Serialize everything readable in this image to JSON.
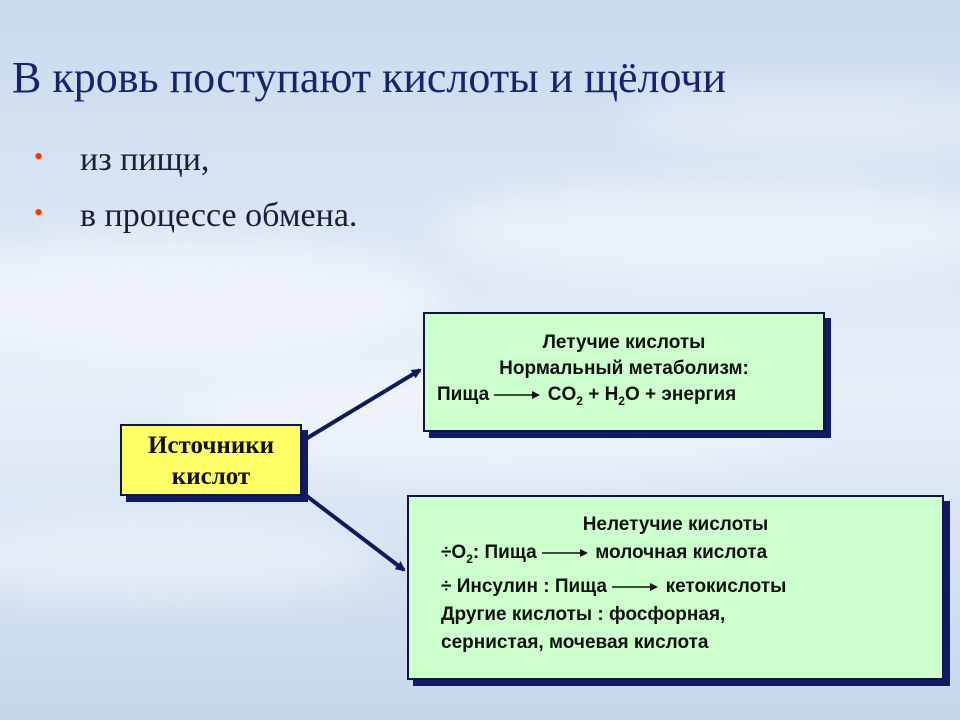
{
  "title": "В кровь поступают кислоты и щёлочи",
  "bullets": [
    "из пищи,",
    "в процессе обмена."
  ],
  "sources_box": {
    "line1": "Источники",
    "line2": "кислот"
  },
  "volatile_box": {
    "heading": "Летучие кислоты",
    "subheading": "Нормальный метаболизм:",
    "reaction_from": "Пища",
    "co2_prefix": "CO",
    "co2_sub": "2",
    "h2o_prefix": " + H",
    "h2o_sub": "2",
    "reaction_rest": "O + энергия"
  },
  "nonvolatile_box": {
    "heading": "Нелетучие кислоты",
    "o2_symbol": "÷O",
    "o2_sub": "2",
    "o2_after": ":   Пища",
    "o2_product": "молочная кислота",
    "insulin_from": "÷ Инсулин : Пища",
    "insulin_product": "кетокислоты",
    "other_line1": "Другие кислоты : фосфорная,",
    "other_line2": "сернистая, мочевая кислота"
  },
  "colors": {
    "title": "#17246b",
    "bullet": "#ff3300",
    "sources_fill": "#ffff66",
    "box_fill": "#ccffcc",
    "shadow": "#101a66",
    "arrow": "#0d1a5c"
  },
  "icons": {
    "bullet": "bullet-dot",
    "arrow": "arrow-right-icon"
  }
}
